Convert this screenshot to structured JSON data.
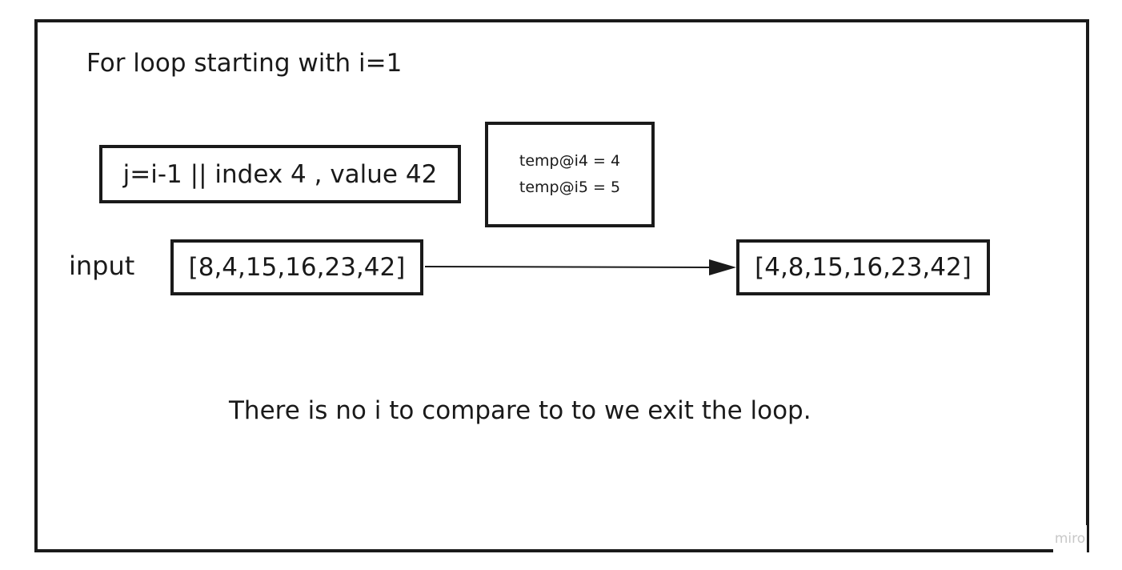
{
  "diagram": {
    "title": "For loop starting with i=1",
    "step_box": "j=i-1 || index 4 , value 42",
    "temp_lines": [
      "temp@i4 = 4",
      "temp@i5 = 5"
    ],
    "input_label": "input",
    "input_array": "[8,4,15,16,23,42]",
    "output_array": "[4,8,15,16,23,42]",
    "note": "There is no i to compare to to we exit the loop."
  },
  "watermark": {
    "text": "miro"
  }
}
